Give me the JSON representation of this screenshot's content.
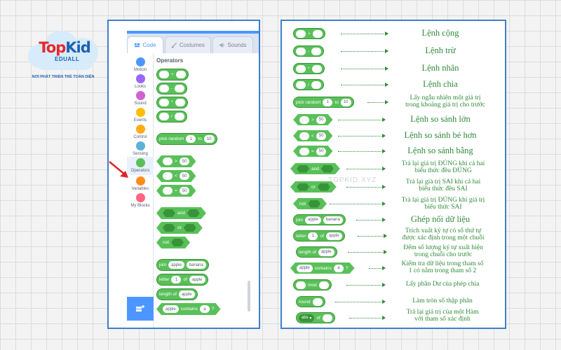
{
  "logo": {
    "part1": "Top",
    "part2": "Kid",
    "sub": "EDUALL",
    "slogan": "NƠI PHÁT TRIỂN TRẺ TOÀN DIỆN"
  },
  "editor": {
    "tabs": [
      {
        "label": "Code",
        "icon": "code-icon",
        "active": true
      },
      {
        "label": "Costumes",
        "icon": "brush-icon",
        "active": false
      },
      {
        "label": "Sounds",
        "icon": "speaker-icon",
        "active": false
      }
    ],
    "categories": [
      {
        "label": "Motion",
        "color": "#4c97ff"
      },
      {
        "label": "Looks",
        "color": "#9966ff"
      },
      {
        "label": "Sound",
        "color": "#cf63cf"
      },
      {
        "label": "Events",
        "color": "#ffbf00"
      },
      {
        "label": "Control",
        "color": "#ffab19"
      },
      {
        "label": "Sensing",
        "color": "#5cb1d6"
      },
      {
        "label": "Operators",
        "color": "#59c059"
      },
      {
        "label": "Variables",
        "color": "#ff8c1a"
      },
      {
        "label": "My Blocks",
        "color": "#ff6680"
      }
    ],
    "palette_title": "Operators",
    "blocks": {
      "add_op": "+",
      "sub_op": "-",
      "mul_op": "*",
      "div_op": "/",
      "pick_random": "pick random",
      "from": "1",
      "to_label": "to",
      "to": "10",
      "gt": ">",
      "lt": "<",
      "eq": "=",
      "num50": "50",
      "and": "and",
      "or": "or",
      "not": "not",
      "join": "join",
      "apple": "apple",
      "banana": "banana",
      "letter": "letter",
      "of": "of",
      "one": "1",
      "length_of": "length of",
      "contains": "contains",
      "a": "a",
      "q": "?"
    }
  },
  "panel": {
    "rows": [
      {
        "desc": "Lệnh cộng"
      },
      {
        "desc": "Lệnh trừ"
      },
      {
        "desc": "Lệnh nhân"
      },
      {
        "desc": "Lệnh chia"
      },
      {
        "desc1": "Lấy ngẫu nhiên một giá trị",
        "desc2": "trong khoảng giá trị cho trước"
      },
      {
        "desc": "Lệnh so sánh lớn"
      },
      {
        "desc": "Lệnh so sánh bé hơn"
      },
      {
        "desc": "Lệnh so sánh bằng"
      },
      {
        "desc1": "Trả lại giá trị ĐÚNG khi cả hai",
        "desc2": "biểu thức đều ĐÚNG"
      },
      {
        "desc1": "Trả lại giá trị SAI khi cả hai",
        "desc2": "biểu thức đều SAI"
      },
      {
        "desc1": "Trả lại giá trị ĐÚNG khi giá trị",
        "desc2": "biểu thức SAI"
      },
      {
        "desc": "Ghép nối dữ liệu"
      },
      {
        "desc1": "Trích xuất ký tự có số thứ tự",
        "desc2": "được xác định trong một chuỗi"
      },
      {
        "desc1": "Đếm số lượng ký tự xuất hiện",
        "desc2": "trong chuỗi cho trước"
      },
      {
        "desc1": "Kiểm tra dữ liệu trong tham số",
        "desc2": "1 có nằm trong tham số 2"
      },
      {
        "desc": "Lấy phần Dư của phép chia"
      },
      {
        "desc": "Làm tròn số thập phân"
      },
      {
        "desc1": "Trả lại giá trị của một Hàm",
        "desc2": "với tham số xác định"
      }
    ],
    "mod": "mod",
    "round": "round",
    "abs": "abs",
    "watermark": "TOPKID.XYZ"
  }
}
